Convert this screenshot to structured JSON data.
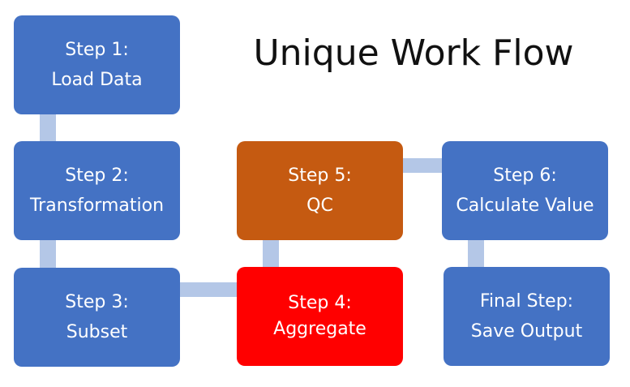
{
  "title": "Unique Work Flow",
  "nodes": [
    {
      "line1": "Step 1:",
      "line2": "Load Data"
    },
    {
      "line1": "Step 2:",
      "line2": "Transformation"
    },
    {
      "line1": "Step 3:",
      "line2": "Subset"
    },
    {
      "line1": "Step 4:",
      "line2": "Aggregate"
    },
    {
      "line1": "Step 5:",
      "line2": "QC"
    },
    {
      "line1": "Step 6:",
      "line2": "Calculate Value"
    },
    {
      "line1": "Final Step:",
      "line2": "Save Output"
    }
  ],
  "colors": {
    "default": "#4472c4",
    "step4": "#ff0000",
    "step5": "#c55a11",
    "connector": "#b4c7e7"
  }
}
